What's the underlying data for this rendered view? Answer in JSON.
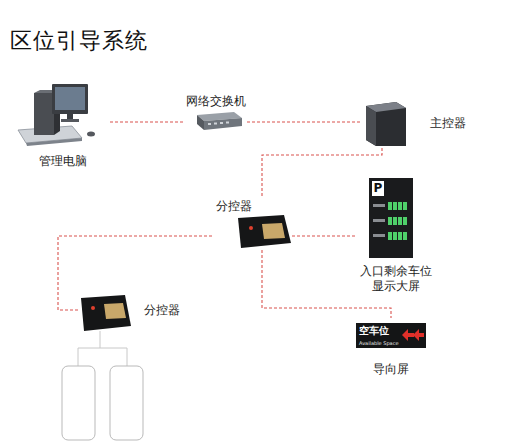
{
  "diagram": {
    "title": "区位引导系统",
    "nodes": [
      {
        "text": [
          "管理电脑"
        ]
      },
      {
        "text": [
          "网络交换机"
        ]
      },
      {
        "text": [
          "主控器"
        ]
      },
      {
        "text": [
          "分控器"
        ]
      },
      {
        "text": [
          "入口剩余车位 显示大屏"
        ]
      },
      {
        "text": [
          "分控器"
        ]
      },
      {
        "text": [
          "导向屏"
        ]
      }
    ],
    "edges": [
      {
        "from": 0,
        "to": 1,
        "arrow": "none"
      },
      {
        "from": 1,
        "to": 2,
        "arrow": "none"
      },
      {
        "from": 2,
        "to": 3,
        "arrow": "none"
      },
      {
        "from": 3,
        "to": 4,
        "arrow": "none"
      },
      {
        "from": 3,
        "to": 5,
        "arrow": "none"
      },
      {
        "from": 3,
        "to": 6,
        "arrow": "none"
      }
    ],
    "labels": [
      "P",
      "空车位",
      "Available Space"
    ]
  }
}
